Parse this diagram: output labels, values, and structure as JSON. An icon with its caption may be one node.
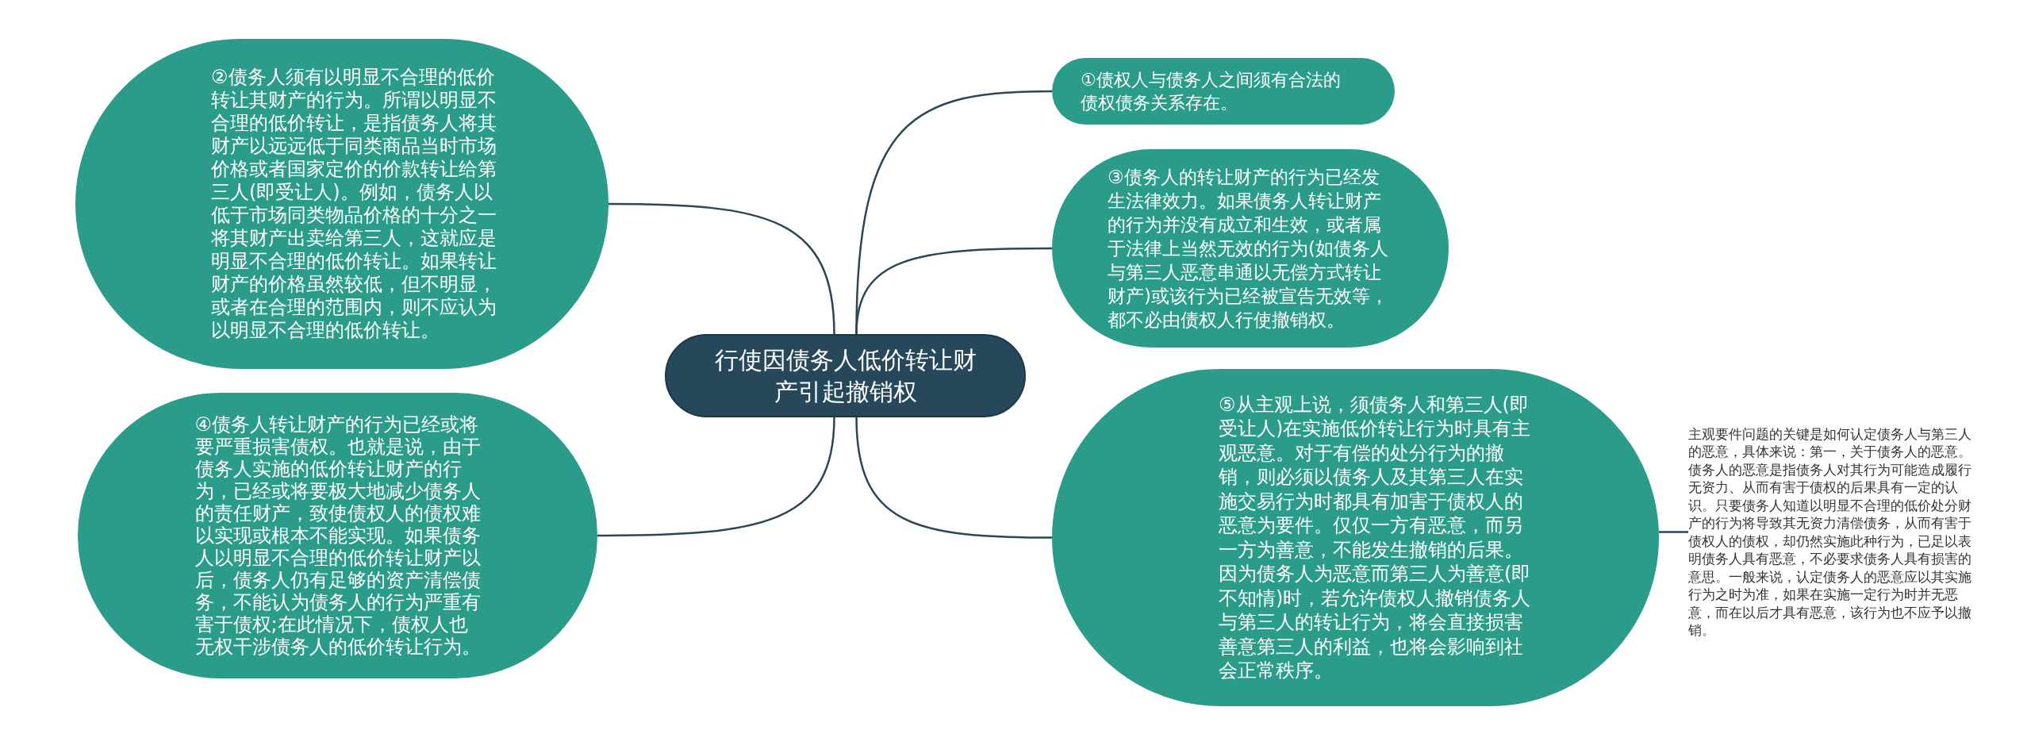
{
  "diagram": {
    "nodes": [
      {
        "text": [
          "行使因债务人低价转让财产引起撤销权"
        ]
      },
      {
        "text": [
          "①债权人与债务人之间须有合法的债权债务关系存在。"
        ]
      },
      {
        "text": [
          "②债务人须有以明显不合理的低价转让其财产的行为。所谓以明显不合理的低价转让，是指债务人将其财产以远远低于同类商品当时市场价格或者国家定价的价款转让给第三人(即受让人)。例如，债务人以低于市场同类物品价格的十分之一将其财产出卖给第三人，这就应是明显不合理的低价转让。如果转让财产的价格虽然较低，但不明显，或者在合理的范围内，则不应认为以明显不合理的低价转让。"
        ]
      },
      {
        "text": [
          "③债务人的转让财产的行为已经发生法律效力。如果债务人转让财产的行为并没有成立和生效，或者属于法律上当然无效的行为(如债务人与第三人恶意串通以无偿方式转让财产)或该行为已经被宣告无效等，都不必由债权人行使撤销权。"
        ]
      },
      {
        "text": [
          "④债务人转让财产的行为已经或将要严重损害债权。也就是说，由于债务人实施的低价转让财产的行为，已经或将要极大地减少债务人的责任财产，致使债权人的债权难以实现或根本不能实现。如果债务人以明显不合理的低价转让财产以后，债务人仍有足够的资产清偿债务，不能认为债务人的行为严重有害于债权;在此情况下，债权人也无权干涉债务人的低价转让行为。"
        ]
      },
      {
        "text": [
          "⑤从主观上说，须债务人和第三人(即受让人)在实施低价转让行为时具有主观恶意。对于有偿的处分行为的撤销，则必须以债务人及其第三人在实施交易行为时都具有加害于债权人的恶意为要件。仅仅一方有恶意，而另一方为善意，不能发生撤销的后果。因为债务人为恶意而第三人为善意(即不知情)时，若允许债权人撤销债务人与第三人的转让行为，将会直接损害善意第三人的利益，也将会影响到社会正常秩序。"
        ]
      },
      {
        "text": [
          "主观要件问题的关键是如何认定债务人与第三人的恶意，具体来说：第一，关于债务人的恶意。债务人的恶意是指债务人对其行为可能造成履行无资力、从而有害于债权的后果具有一定的认识。只要债务人知道以明显不合理的低价处分财产的行为将导致其无资力清偿债务，从而有害于债权人的债权，却仍然实施此种行为，已足以表明债务人具有恶意，不必要求债务人具有损害的意思。一般来说，认定债务人的恶意应以其实施行为之时为准，如果在实施一定行为时并无恶意，而在以后才具有恶意，该行为也不应予以撤销。"
        ]
      }
    ],
    "edges": [
      {
        "from": 0,
        "to": 1,
        "arrow": "none"
      },
      {
        "from": 0,
        "to": 2,
        "arrow": "none"
      },
      {
        "from": 0,
        "to": 3,
        "arrow": "none"
      },
      {
        "from": 0,
        "to": 4,
        "arrow": "none"
      },
      {
        "from": 0,
        "to": 5,
        "arrow": "none"
      },
      {
        "from": 5,
        "to": 6,
        "arrow": "none"
      }
    ]
  }
}
